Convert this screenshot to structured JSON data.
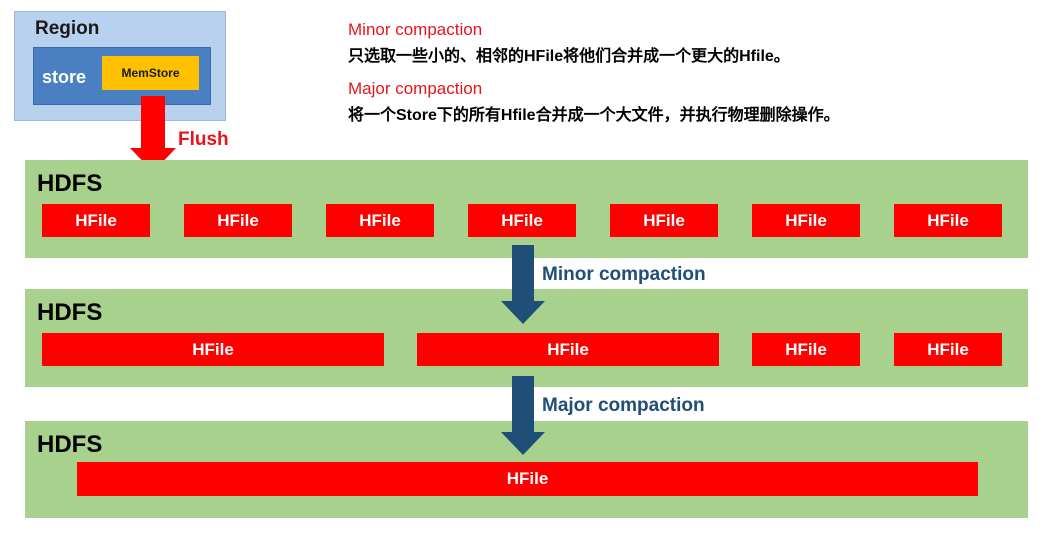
{
  "region": {
    "label": "Region",
    "store_label": "store",
    "memstore_label": "MemStore"
  },
  "flush": {
    "label": "Flush"
  },
  "descriptions": {
    "minor": {
      "title": "Minor compaction",
      "body": "只选取一些小的、相邻的HFile将他们合并成一个更大的Hfile。"
    },
    "major": {
      "title": "Major compaction",
      "body": "将一个Store下的所有Hfile合并成一个大文件，并执行物理删除操作。"
    }
  },
  "bands": [
    {
      "label": "HDFS",
      "files": [
        "HFile",
        "HFile",
        "HFile",
        "HFile",
        "HFile",
        "HFile",
        "HFile"
      ]
    },
    {
      "label": "HDFS",
      "files": [
        "HFile",
        "HFile",
        "HFile",
        "HFile"
      ]
    },
    {
      "label": "HDFS",
      "files": [
        "HFile"
      ]
    }
  ],
  "arrows": {
    "minor_label": "Minor compaction",
    "major_label": "Major compaction"
  },
  "colors": {
    "hfile": "#ff0000",
    "hdfs_band": "#a9d18e",
    "region_bg": "#b7d1ee",
    "store_bg": "#4a7fc1",
    "memstore_bg": "#ffc000",
    "flush_arrow": "#ff0000",
    "compaction_arrow": "#1f4e79",
    "red_title": "#e8141b"
  }
}
